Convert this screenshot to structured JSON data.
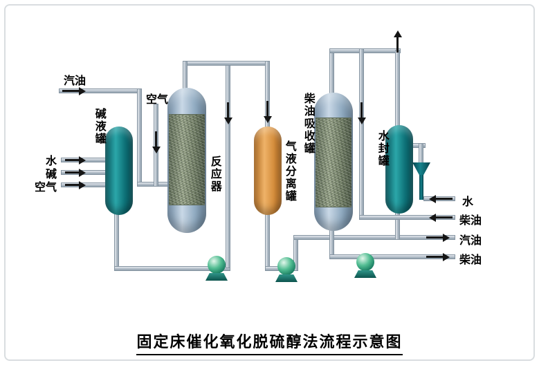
{
  "title": "固定床催化氧化脱硫醇法流程示意图",
  "equipment": {
    "alkali_tank": "碱液罐",
    "reactor": "反应器",
    "separator": "气液分离罐",
    "absorber": "柴油吸收罐",
    "water_seal_tank": "水封罐"
  },
  "streams": {
    "gasoline_in": "汽油",
    "air_reactor": "空气",
    "water_left": "水",
    "alkali_left": "碱",
    "air_left": "空气",
    "water_right": "水",
    "diesel_in_right": "柴油",
    "gasoline_out_right": "汽油",
    "diesel_out_right": "柴油"
  },
  "colors": {
    "pipe_gray": "#aeb9c3",
    "teal_vessel": "#0e7379",
    "column_blue": "#a7bfd3",
    "catalyst_bed": "#7d8a70",
    "separator_orange": "#d68f3e",
    "pump_green": "#1b7f63",
    "arrow_black": "#151515"
  }
}
